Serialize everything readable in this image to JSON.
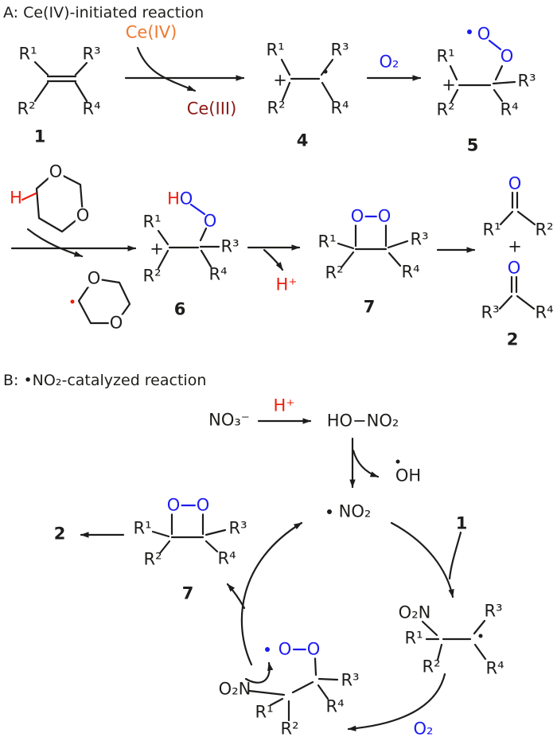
{
  "colors": {
    "black": "#1d1d1b",
    "blue": "#1c1cf0",
    "red": "#ee1c0d",
    "orange": "#f0792f",
    "darkred": "#8c1a15",
    "background": "#ffffff"
  },
  "titles": {
    "a": "A: Ce(IV)-initiated reaction",
    "b": "B: •NO₂-catalyzed reaction"
  },
  "sym": {
    "r1": "R¹",
    "r2": "R²",
    "r3": "R³",
    "r4": "R⁴",
    "o": "O",
    "h": "H",
    "plus": "+",
    "o2": "O₂",
    "o2n": "O₂N",
    "no2": "NO₂",
    "oh": "OH"
  },
  "reagents": {
    "ce4": "Ce(IV)",
    "ce3": "Ce(III)",
    "hplus": "H⁺",
    "no3": "NO₃⁻",
    "hono2": "HO−NO₂"
  },
  "compounds": {
    "c1": "1",
    "c2": "2",
    "c4": "4",
    "c5": "5",
    "c6": "6",
    "c7": "7"
  }
}
